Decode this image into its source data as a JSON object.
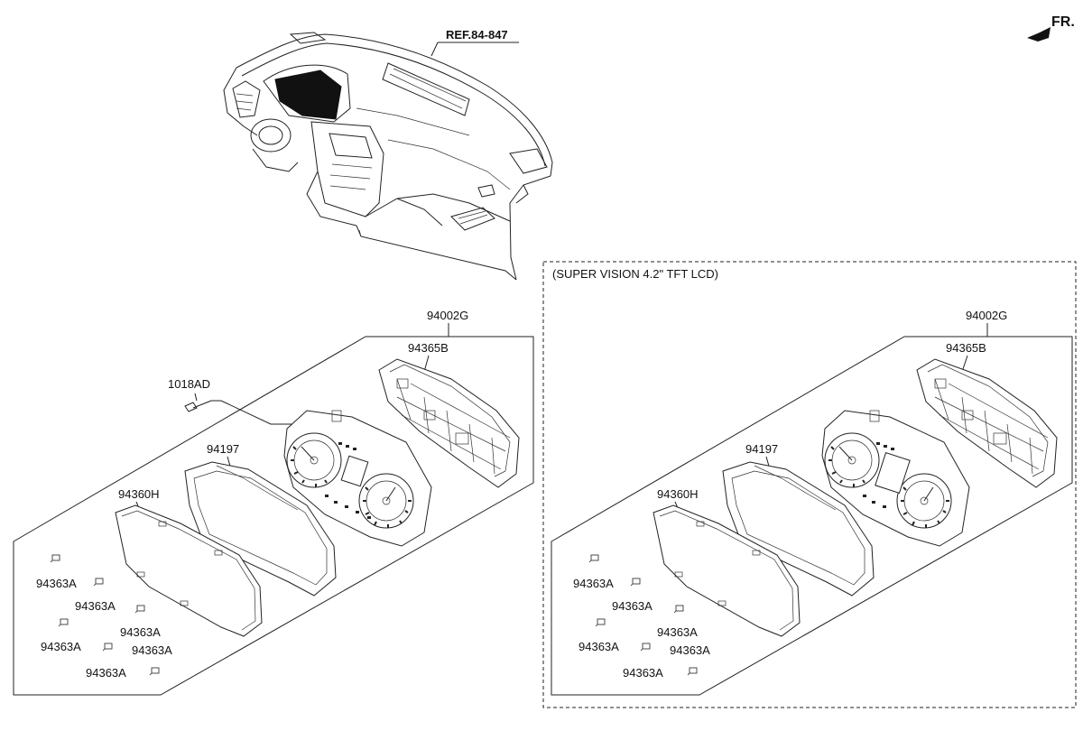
{
  "labels": {
    "fr": "FR.",
    "ref": "REF.84-847",
    "super_vision": "(SUPER VISION 4.2\" TFT LCD)",
    "left": {
      "assembly": "94002G",
      "case": "94365B",
      "screw": "1018AD",
      "cluster": "94197",
      "lens": "94360H",
      "clip1": "94363A",
      "clip2": "94363A",
      "clip3": "94363A",
      "clip4": "94363A",
      "clip5": "94363A",
      "clip6": "94363A"
    },
    "right": {
      "assembly": "94002G",
      "case": "94365B",
      "cluster": "94197",
      "lens": "94360H",
      "clip1": "94363A",
      "clip2": "94363A",
      "clip3": "94363A",
      "clip4": "94363A",
      "clip5": "94363A",
      "clip6": "94363A"
    }
  }
}
